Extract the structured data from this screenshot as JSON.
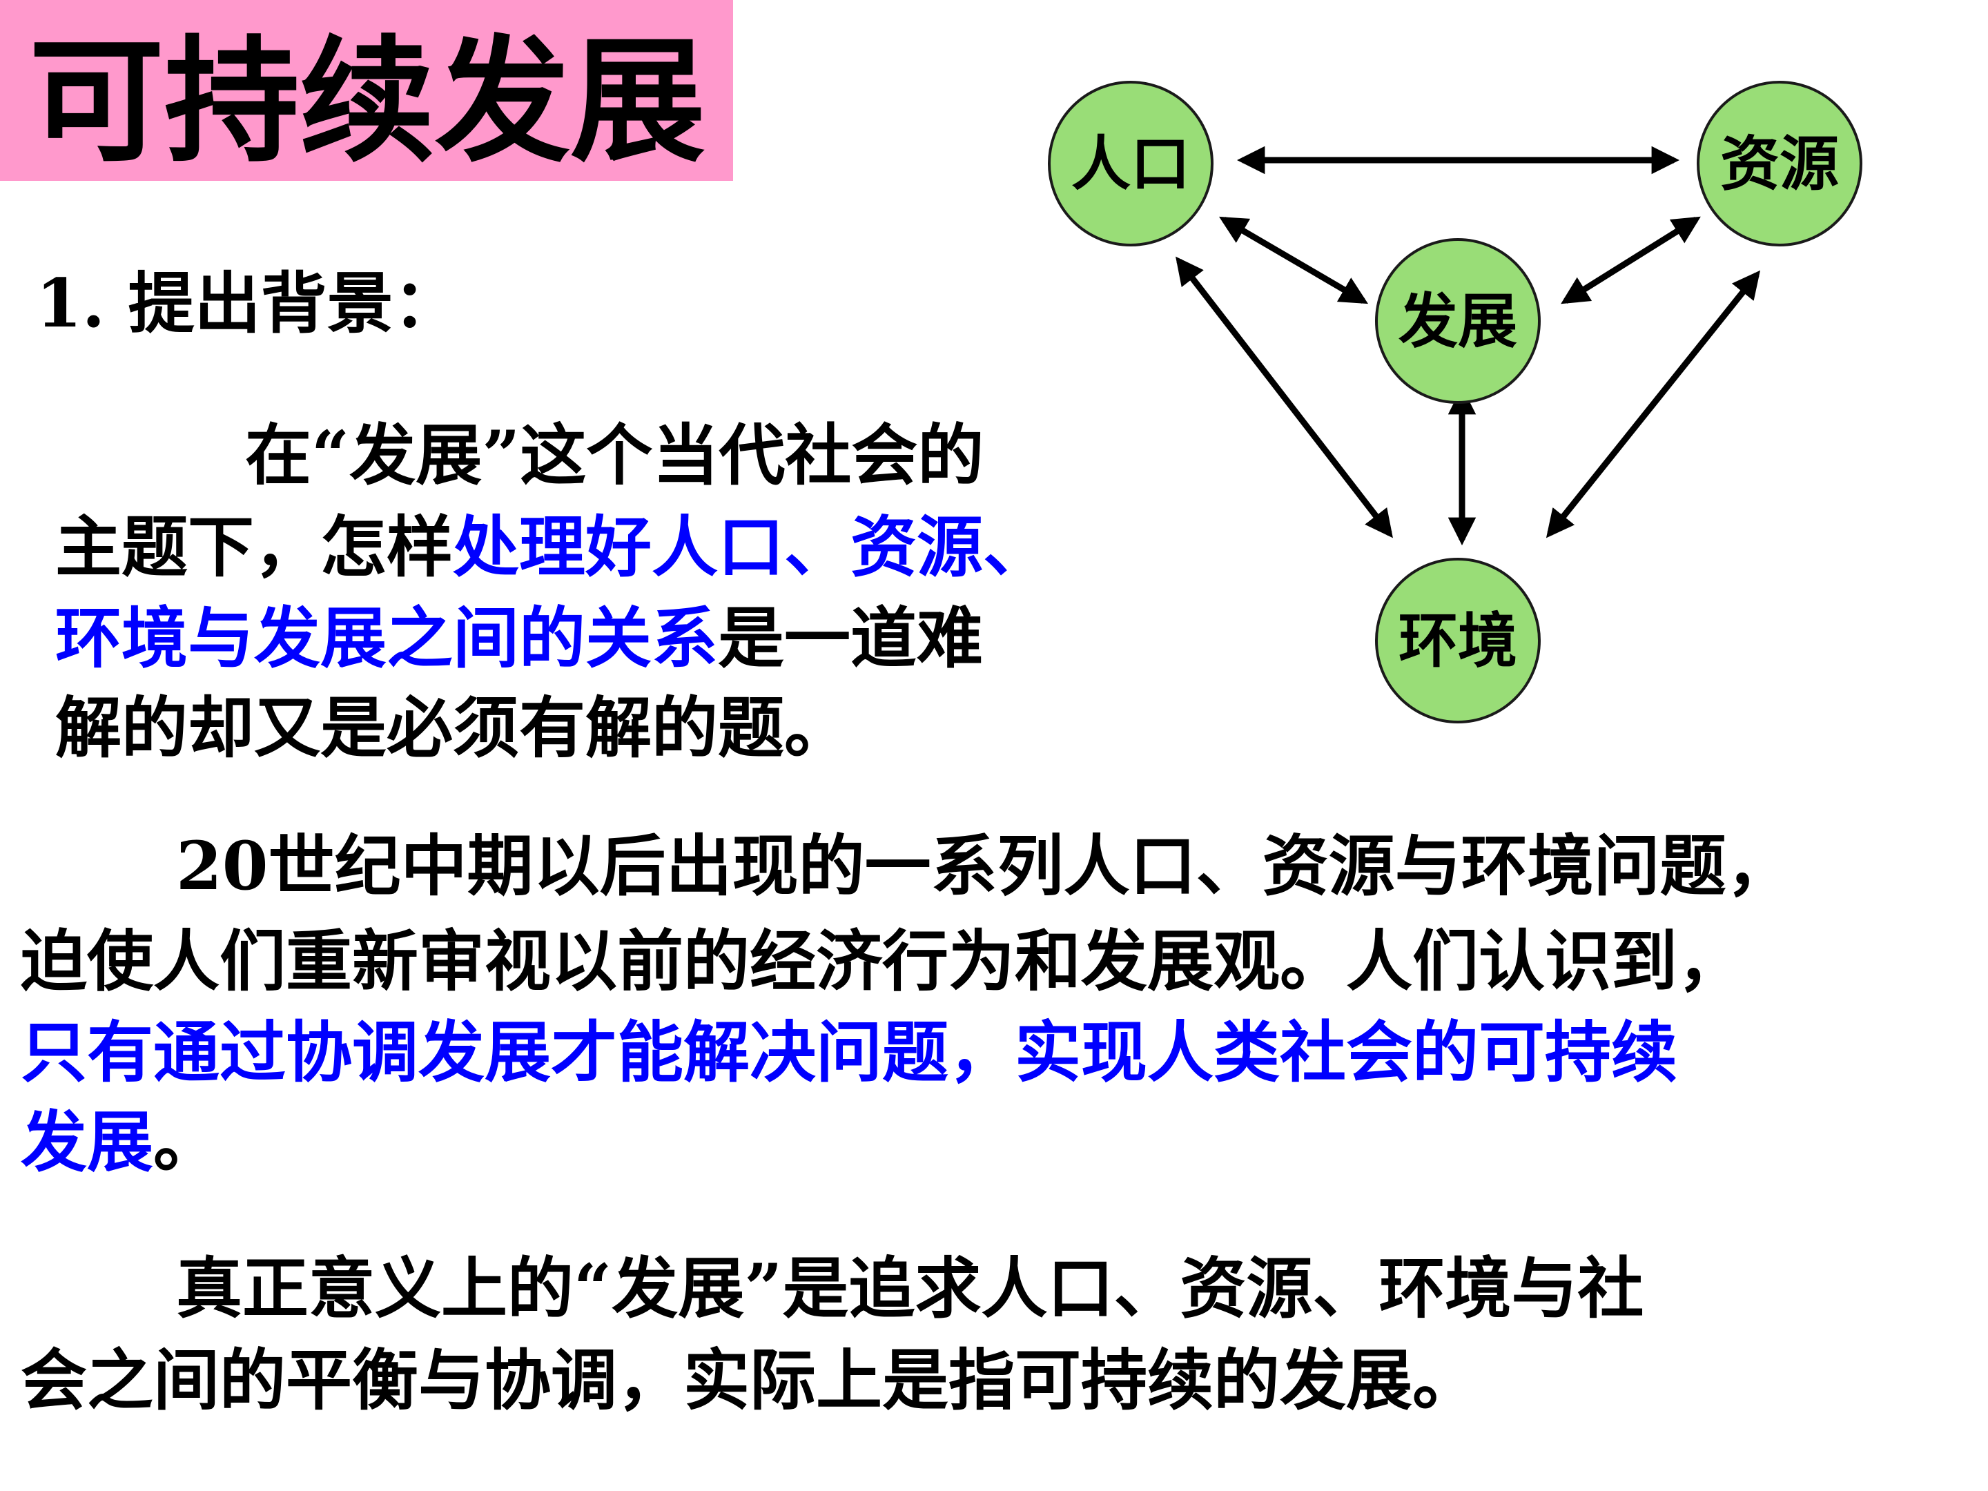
{
  "title": "可持续发展",
  "section": {
    "heading": "1. 提出背景："
  },
  "para1": {
    "line1": "在“发展”这个当代社会的",
    "line2_pre": "主题下，怎样",
    "line2_hl": "处理好人口、资源、",
    "line3_hl": "环境与发展之间的关系",
    "line3_post": "是一道难",
    "line4": "解的却又是必须有解的题。"
  },
  "para2": {
    "line1": "20世纪中期以后出现的一系列人口、资源与环境问题，",
    "line2": "迫使人们重新审视以前的经济行为和发展观。人们认识到，",
    "line3_hl": "只有通过协调发展才能解决问题，实现人类社会的可持续",
    "line4_hl": "发展",
    "line4_post": "。"
  },
  "para3": {
    "line1": "真正意义上的“发展”是追求人口、资源、环境与社",
    "line2": "会之间的平衡与协调，实际上是指可持续的发展。"
  },
  "diagram": {
    "nodes": {
      "population": "人口",
      "resources": "资源",
      "development": "发展",
      "environment": "环境"
    },
    "colors": {
      "node_fill": "#99dd77",
      "highlight_text": "#0000ff",
      "title_bg": "#ff99cc"
    }
  }
}
